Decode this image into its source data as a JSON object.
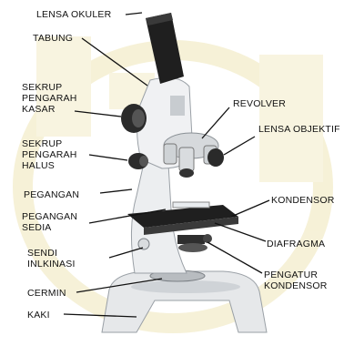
{
  "labels": {
    "lensa_okuler": "LENSA OKULER",
    "tabung": "TABUNG",
    "sekrup_kasar": [
      "SEKRUP",
      "PENGARAH",
      "KASAR"
    ],
    "sekrup_halus": [
      "SEKRUP",
      "PENGARAH",
      "HALUS"
    ],
    "pegangan": "PEGANGAN",
    "pegangan_sedia": [
      "PEGANGAN",
      "SEDIA"
    ],
    "sendi_inklinasi": [
      "SENDI",
      "INLKINASI"
    ],
    "cermin": "CERMIN",
    "kaki": "KAKI",
    "revolver": "REVOLVER",
    "lensa_objektif": "LENSA OBJEKTIF",
    "kondensor": "KONDENSOR",
    "diafragma": "DIAFRAGMA",
    "pengatur_kondensor": [
      "PENGATUR",
      "KONDENSOR"
    ]
  },
  "colors": {
    "background": "#ffffff",
    "watermark": "#efe6b8",
    "body": "#e8eaec",
    "dark": "#2a2a2a",
    "text": "#111111"
  }
}
